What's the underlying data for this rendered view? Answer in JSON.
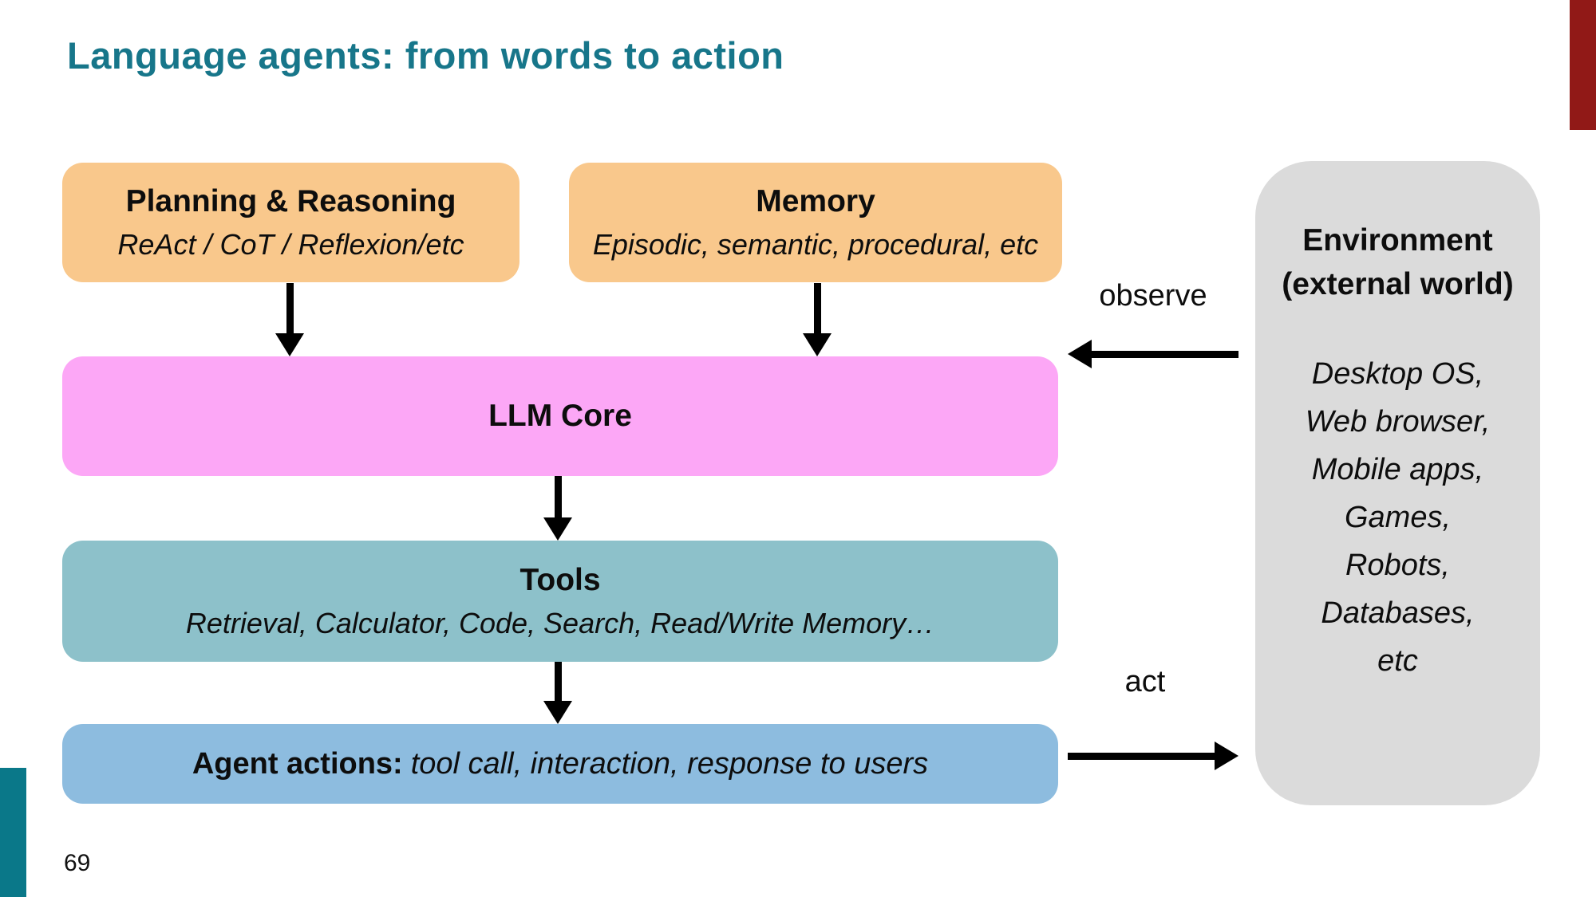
{
  "slide": {
    "title": "Language agents: from words to action",
    "page_number": "69"
  },
  "colors": {
    "title_text": "#17768a",
    "orange_box": "#f9c88c",
    "pink_box": "#fca7f6",
    "teal_box": "#8dc1ca",
    "blue_box": "#8dbcdf",
    "gray_box": "#dbdbdb",
    "accent_bar_top_right": "#911917",
    "accent_bar_bottom_left": "#0a7889",
    "arrow": "#000000",
    "body_text": "#0d0d0d"
  },
  "boxes": {
    "planning": {
      "title": "Planning & Reasoning",
      "subtitle": "ReAct / CoT / Reflexion/etc"
    },
    "memory": {
      "title": "Memory",
      "subtitle": "Episodic, semantic, procedural, etc"
    },
    "llm_core": {
      "title": "LLM Core"
    },
    "tools": {
      "title": "Tools",
      "subtitle": "Retrieval, Calculator, Code, Search, Read/Write Memory…"
    },
    "agent_actions": {
      "label_bold": "Agent actions:",
      "label_italic": "tool call, interaction, response to users"
    },
    "environment": {
      "title_line1": "Environment",
      "title_line2": "(external world)",
      "items": [
        "Desktop OS,",
        "Web browser,",
        "Mobile apps,",
        "Games,",
        "Robots,",
        "Databases,",
        "etc"
      ]
    }
  },
  "arrows": {
    "observe_label": "observe",
    "act_label": "act"
  }
}
